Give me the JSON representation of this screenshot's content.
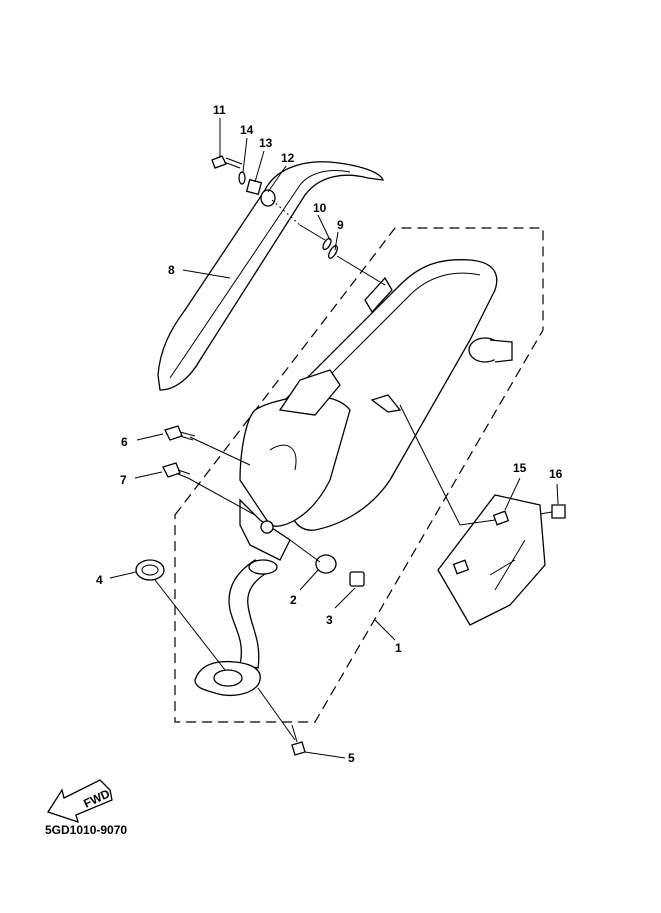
{
  "diagram": {
    "callouts": {
      "p1": "1",
      "p2": "2",
      "p3": "3",
      "p4": "4",
      "p5": "5",
      "p6": "6",
      "p7": "7",
      "p8": "8",
      "p9": "9",
      "p10": "10",
      "p11": "11",
      "p12": "12",
      "p13": "13",
      "p14": "14",
      "p15": "15",
      "p16": "16"
    },
    "fwd_label": "FWD",
    "diagram_code": "5GD1010-9070"
  }
}
